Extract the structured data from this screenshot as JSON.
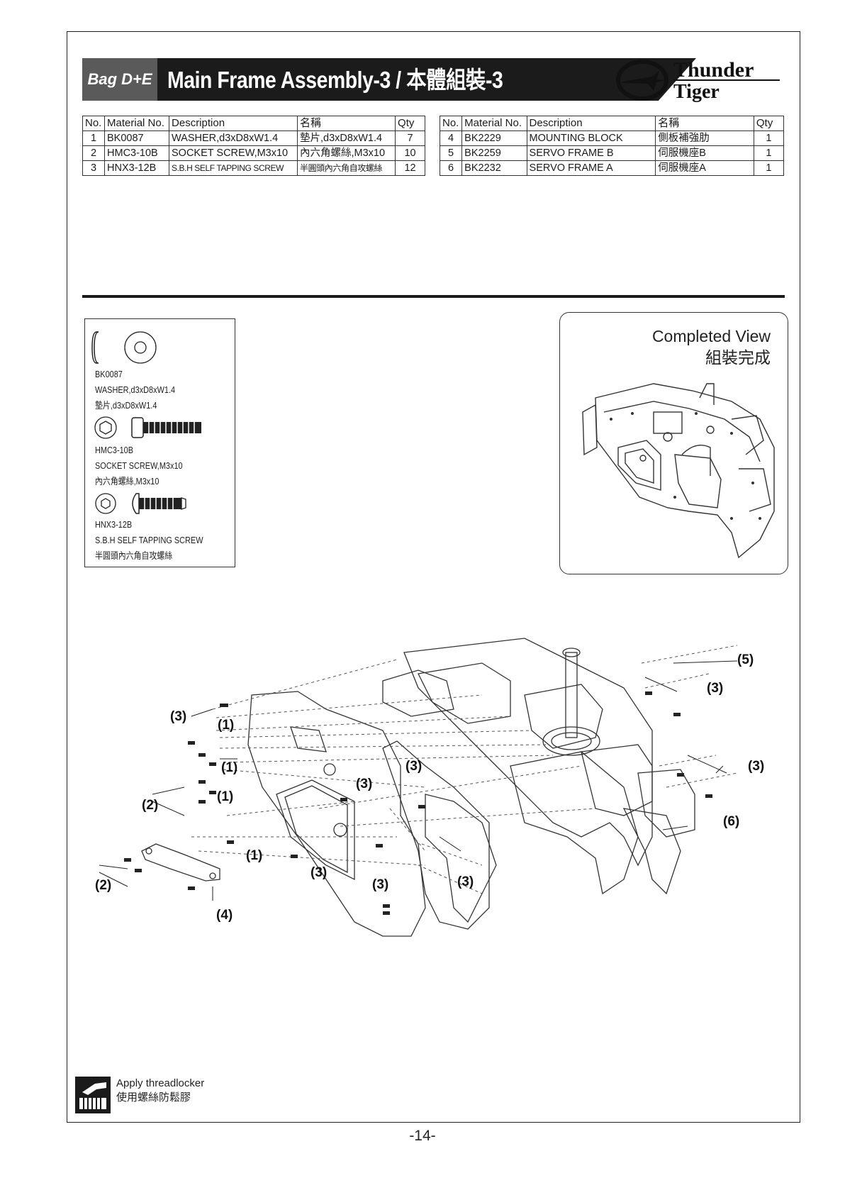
{
  "header": {
    "bag": "Bag D+E",
    "title": "Main Frame Assembly-3 / 本體組裝-3",
    "logo_text_top": "Thunder",
    "logo_text_bottom": "Tiger"
  },
  "parts_table": {
    "headers": {
      "no": "No.",
      "material": "Material No.",
      "description": "Description",
      "name": "名稱",
      "qty": "Qty"
    },
    "left": [
      {
        "no": "1",
        "material": "BK0087",
        "description": "WASHER,d3xD8xW1.4",
        "name": "墊片,d3xD8xW1.4",
        "qty": "7"
      },
      {
        "no": "2",
        "material": "HMC3-10B",
        "description": "SOCKET SCREW,M3x10",
        "name": "內六角螺絲,M3x10",
        "qty": "10"
      },
      {
        "no": "3",
        "material": "HNX3-12B",
        "description": "S.B.H SELF TAPPING SCREW",
        "name": "半圓頭內六角自攻螺絲",
        "qty": "12"
      }
    ],
    "right": [
      {
        "no": "4",
        "material": "BK2229",
        "description": "MOUNTING BLOCK",
        "name": "側板補強肋",
        "qty": "1"
      },
      {
        "no": "5",
        "material": "BK2259",
        "description": "SERVO FRAME  B",
        "name": "伺服機座B",
        "qty": "1"
      },
      {
        "no": "6",
        "material": "BK2232",
        "description": "SERVO FRAME  A",
        "name": "伺服機座A",
        "qty": "1"
      }
    ]
  },
  "hardware": [
    {
      "code": "BK0087",
      "desc_en": "WASHER,d3xD8xW1.4",
      "desc_zh": "墊片,d3xD8xW1.4"
    },
    {
      "code": "HMC3-10B",
      "desc_en": "SOCKET SCREW,M3x10",
      "desc_zh": "內六角螺絲,M3x10"
    },
    {
      "code": "HNX3-12B",
      "desc_en": "S.B.H SELF TAPPING SCREW",
      "desc_zh": "半圓頭內六角自攻螺絲"
    }
  ],
  "completed_view": {
    "title_en": "Completed View",
    "title_zh": "組裝完成"
  },
  "callouts": {
    "c1": "(1)",
    "c2": "(2)",
    "c3": "(3)",
    "c4": "(4)",
    "c5": "(5)",
    "c6": "(6)"
  },
  "threadlocker": {
    "en": "Apply threadlocker",
    "zh": "使用螺絲防鬆膠"
  },
  "page_number": "-14-"
}
